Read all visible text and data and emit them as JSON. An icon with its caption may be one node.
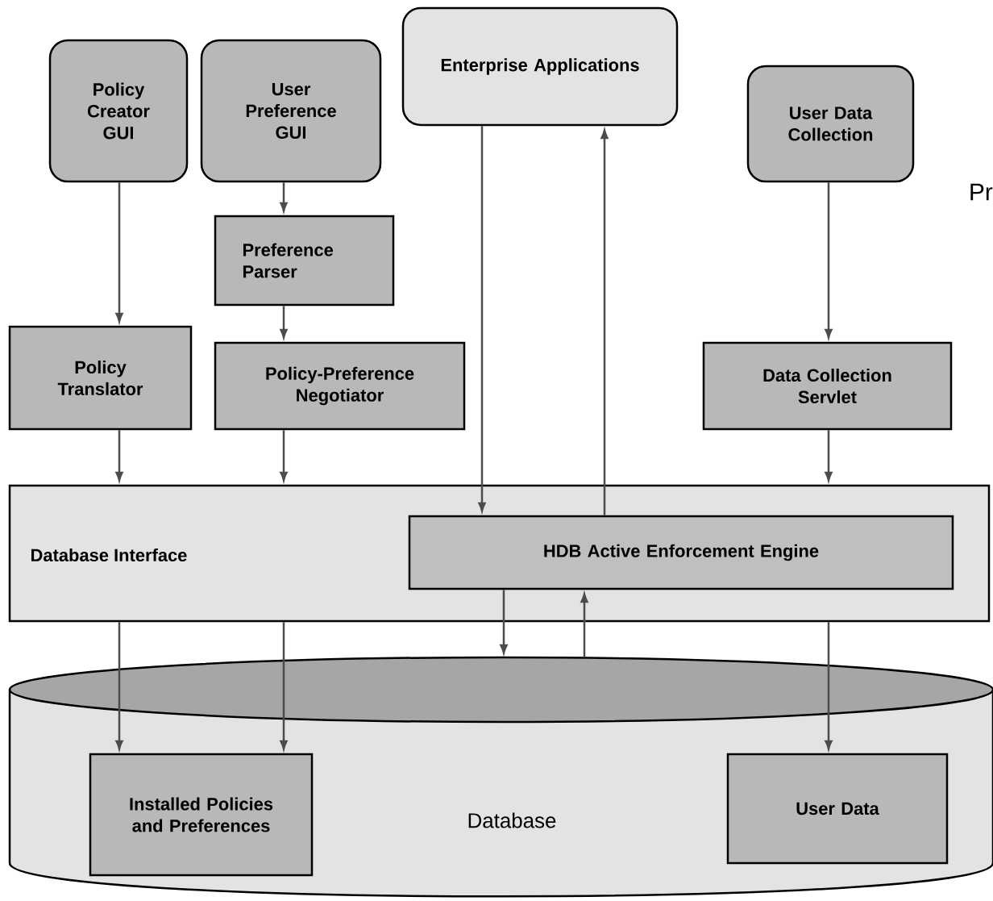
{
  "diagram": {
    "nodes": [
      {
        "text": [
          "Policy Creator GUI"
        ]
      },
      {
        "text": [
          "User Preference GUI"
        ]
      },
      {
        "text": [
          "Enterprise Applications"
        ]
      },
      {
        "text": [
          "User Data Collection"
        ]
      },
      {
        "text": [
          "Preference Parser"
        ]
      },
      {
        "text": [
          "Policy Translator"
        ]
      },
      {
        "text": [
          "Policy-Preference Negotiator"
        ]
      },
      {
        "text": [
          "Data Collection Servlet"
        ]
      },
      {
        "text": [
          "Database Interface"
        ]
      },
      {
        "text": [
          "HDB Active Enforcement Engine"
        ],
        "in": 8
      },
      {
        "text": [
          "Database"
        ]
      },
      {
        "text": [
          "Installed Policies and Preferences"
        ],
        "in": 10
      },
      {
        "text": [
          "User Data"
        ],
        "in": 10
      }
    ],
    "edges": [
      {
        "from": 0,
        "to": 5,
        "arrow": "to"
      },
      {
        "from": 1,
        "to": 4,
        "arrow": "to"
      },
      {
        "from": 4,
        "to": 6,
        "arrow": "to"
      },
      {
        "from": 5,
        "to": 8,
        "arrow": "to"
      },
      {
        "from": 6,
        "to": 8,
        "arrow": "to"
      },
      {
        "from": 3,
        "to": 7,
        "arrow": "to"
      },
      {
        "from": 7,
        "to": 8,
        "arrow": "to"
      },
      {
        "from": 2,
        "to": 9,
        "arrow": "to"
      },
      {
        "from": 9,
        "to": 2,
        "arrow": "to"
      },
      {
        "from": 8,
        "to": 11,
        "arrow": "to"
      },
      {
        "from": 8,
        "to": 11,
        "arrow": "to"
      },
      {
        "from": 8,
        "to": 12,
        "arrow": "to"
      },
      {
        "from": 9,
        "to": 10,
        "arrow": "to"
      },
      {
        "from": 10,
        "to": 9,
        "arrow": "to"
      }
    ],
    "labels": [
      "Pr"
    ]
  }
}
